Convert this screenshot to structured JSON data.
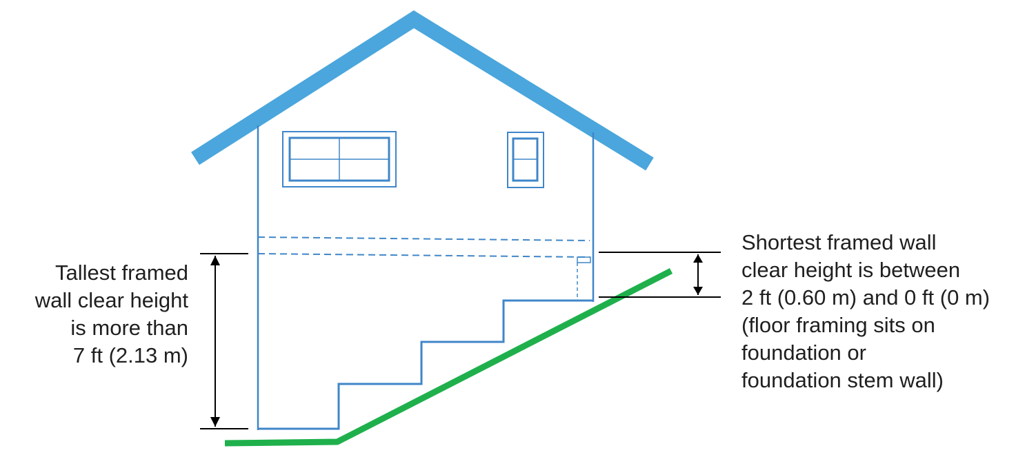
{
  "colors": {
    "roof": "#4aa6dc",
    "wall": "#3f86c8",
    "ground": "#1fb04c",
    "dimension": "#000000",
    "text": "#1f1f1f"
  },
  "tallest_label": {
    "lines": [
      "Tallest  framed",
      "wall clear height",
      "is more than",
      "7 ft (2.13 m)"
    ]
  },
  "shortest_label": {
    "lines": [
      "Shortest  framed wall",
      "clear height is between",
      "2 ft (0.60 m) and 0 ft (0 m)",
      "(floor framing sits on",
      "foundation or",
      "foundation stem wall)"
    ]
  }
}
